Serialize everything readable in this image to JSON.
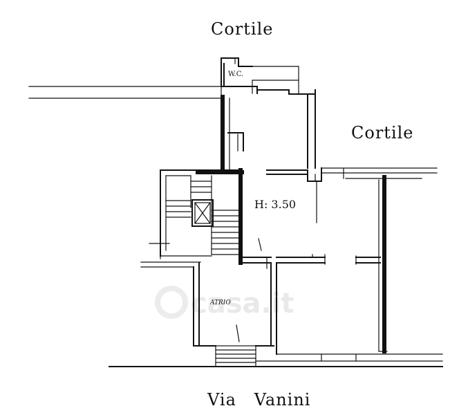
{
  "labels": {
    "courtyard_top": "Cortile",
    "courtyard_right": "Cortile",
    "wc": "W.C.",
    "height": "H: 3.50",
    "atrio": "ATRIO",
    "street": "Via   Vanini"
  },
  "watermark": {
    "text": "casa.it"
  },
  "colors": {
    "ink": "#111111",
    "paper": "#ffffff",
    "watermark": "#e9e9e9"
  }
}
